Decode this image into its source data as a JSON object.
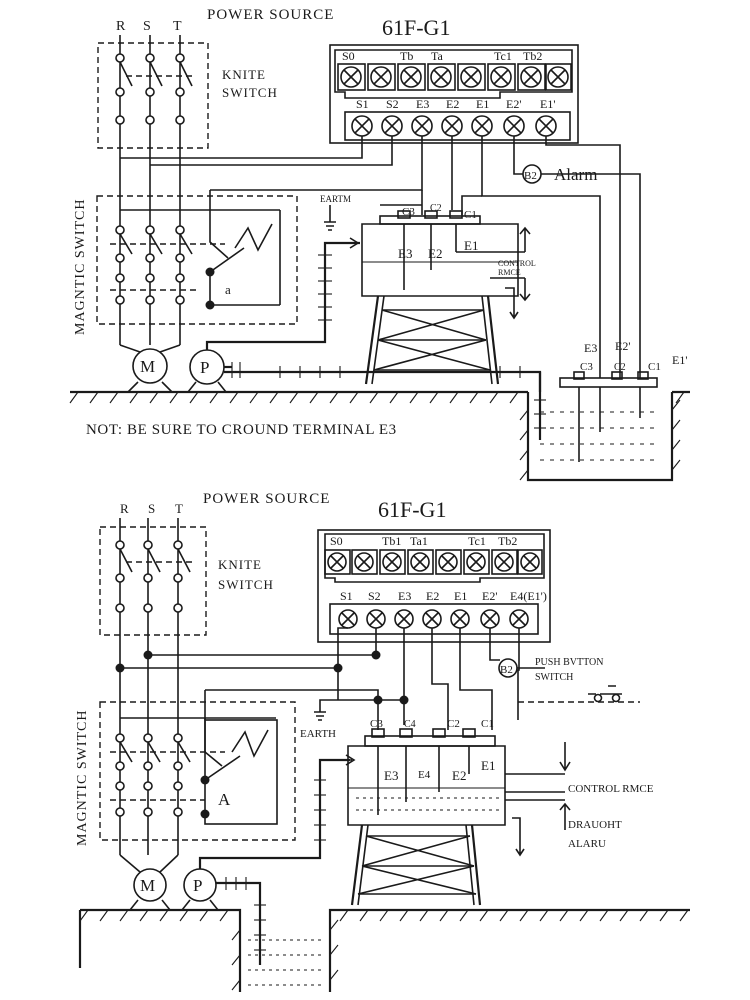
{
  "top": {
    "power_source": "POWER SOURCE",
    "phases": [
      "R",
      "S",
      "T"
    ],
    "knife_switch": [
      "KNITE",
      "SWITCH"
    ],
    "magnetic_switch": "MAGNTIC SWITCH",
    "relay_contact": "a",
    "motor": "M",
    "pump": "P",
    "model": "61F-G1",
    "terminals_upper": [
      "S0",
      "Tb",
      "Ta",
      "Tc1",
      "Tb2"
    ],
    "terminals_lower": [
      "S1",
      "S2",
      "E3",
      "E2",
      "E1",
      "E2'",
      "E1'"
    ],
    "alarm_badge": "B2",
    "alarm": "Alarm",
    "earth": "EARTM",
    "electrodes": [
      "C3",
      "C2",
      "C1"
    ],
    "tank_labels": [
      "E3",
      "E2",
      "E1"
    ],
    "control_label": [
      "CONTROL",
      "RMCE"
    ],
    "sump_labels_top": [
      "E3",
      "E2'"
    ],
    "sump_labels_bottom": [
      "C3",
      "C2",
      "C1",
      "E1'"
    ],
    "note": "NOT: BE SURE TO CROUND TERMINAL E3"
  },
  "bottom": {
    "power_source": "POWER SOURCE",
    "phases": [
      "R",
      "S",
      "T"
    ],
    "knife_switch": [
      "KNITE",
      "SWITCH"
    ],
    "magnetic_switch": "MAGNTIC SWITCH",
    "relay_contact": "A",
    "motor": "M",
    "pump": "P",
    "model": "61F-G1",
    "terminals_upper": [
      "S0",
      "Tb1",
      "Ta1",
      "Tc1",
      "Tb2"
    ],
    "terminals_lower": [
      "S1",
      "S2",
      "E3",
      "E2",
      "E1",
      "E2'",
      "E4(E1')"
    ],
    "badge": "B2",
    "push_button": [
      "PUSH BVTTON",
      "SWITCH"
    ],
    "earth": "EARTH",
    "electrodes": [
      "C3",
      "C4",
      "C2",
      "C1"
    ],
    "tank_labels": [
      "E3",
      "E4",
      "E2",
      "E1"
    ],
    "control_label": "CONTROL RMCE",
    "drain_label": [
      "DRAUOHT",
      "ALARU"
    ]
  }
}
